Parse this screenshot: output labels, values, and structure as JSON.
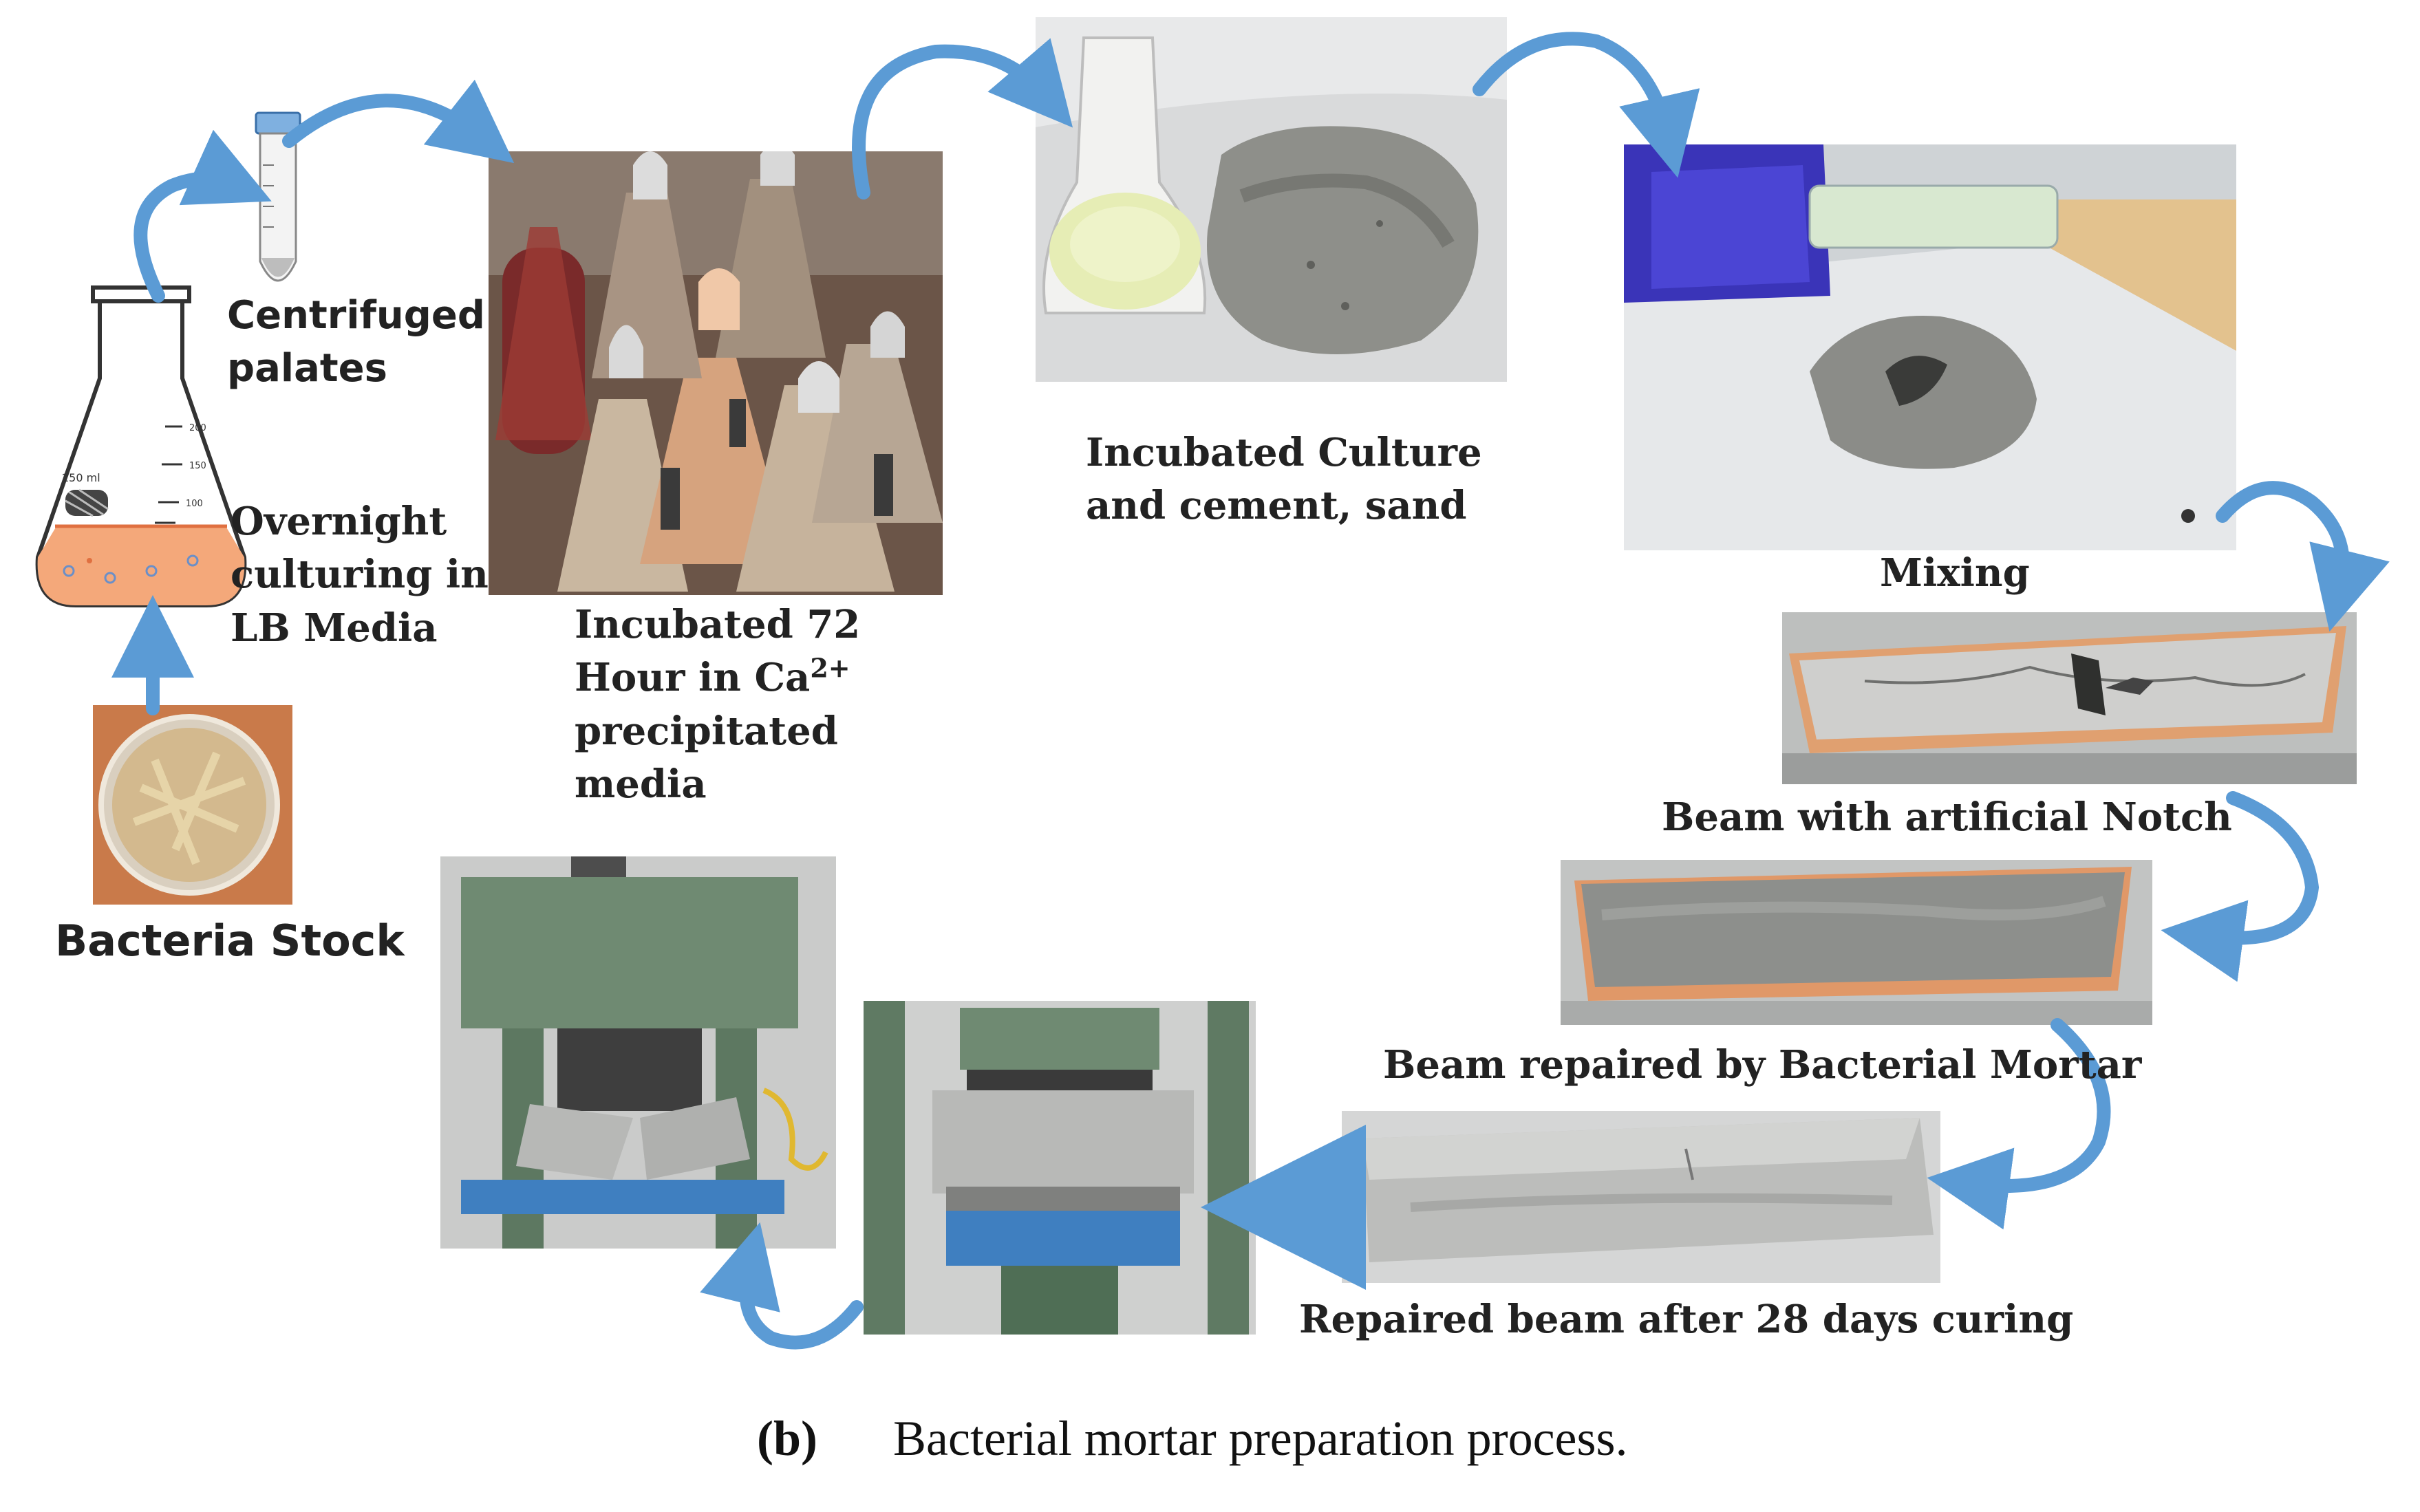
{
  "figure": {
    "steps": {
      "bacteria_stock": "Bacteria Stock",
      "overnight": [
        "Overnight",
        "culturing in",
        "LB Media"
      ],
      "centrifuged": [
        "Centrifuged",
        "palates"
      ],
      "incubated_72": [
        "Incubated 72",
        "Hour in Ca",
        "precipitated",
        "media"
      ],
      "ion_superscript": "2+",
      "incubated_culture": [
        "Incubated Culture",
        "and cement, sand"
      ],
      "mixing": "Mixing",
      "beam_notch": "Beam with artificial Notch",
      "beam_repaired": "Beam repaired by Bacterial Mortar",
      "repaired_28": "Repaired beam after 28 days curing"
    },
    "flask_marks": [
      "250 ml",
      "200",
      "150",
      "100"
    ],
    "caption_tag": "(b)",
    "caption_text": "Bacterial mortar preparation process."
  },
  "colors": {
    "arrow": "#5b9bd5",
    "medium": "#f4a87a",
    "steel_green": "#6f8a72",
    "frame_blue": "#3f7fc0",
    "mortar_gray": "#8d8f8c",
    "tray_orange": "#e0a070"
  }
}
